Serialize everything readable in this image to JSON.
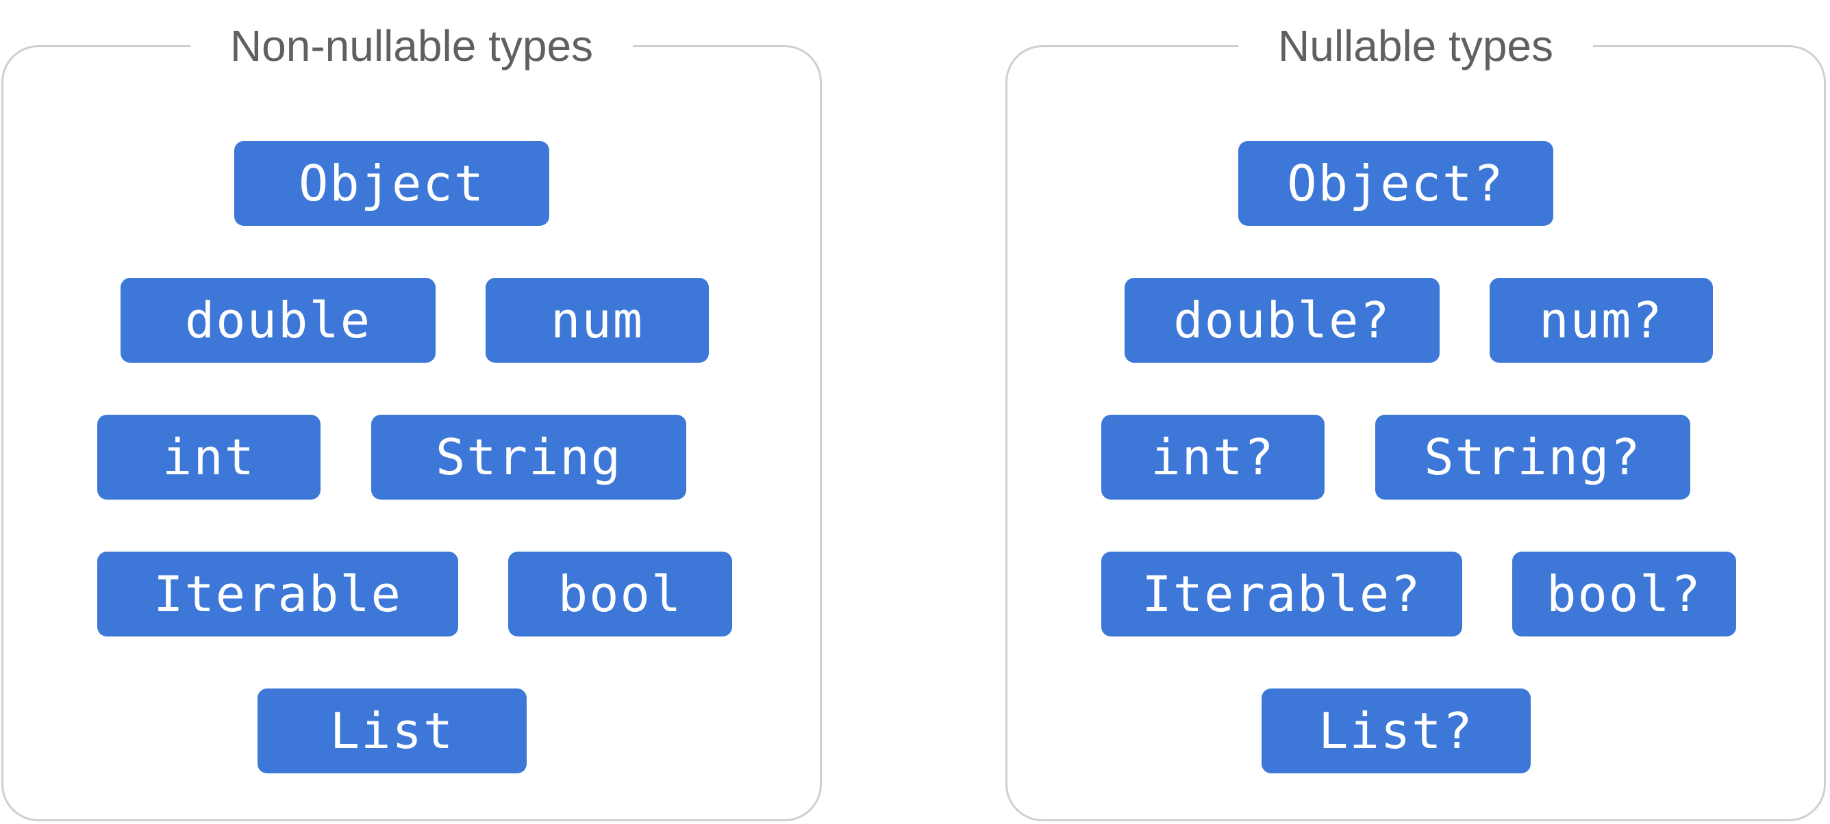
{
  "panels": {
    "non_nullable": {
      "title": "Non-nullable types",
      "types": {
        "object": "Object",
        "double": "double",
        "num": "num",
        "int": "int",
        "string": "String",
        "iterable": "Iterable",
        "bool": "bool",
        "list": "List"
      }
    },
    "nullable": {
      "title": "Nullable types",
      "types": {
        "object": "Object?",
        "double": "double?",
        "num": "num?",
        "int": "int?",
        "string": "String?",
        "iterable": "Iterable?",
        "bool": "bool?",
        "list": "List?"
      }
    }
  },
  "colors": {
    "chip_fill": "#3d77d8",
    "chip_text": "#ffffff",
    "panel_border": "#cfcfcf",
    "title_text": "#606060"
  }
}
